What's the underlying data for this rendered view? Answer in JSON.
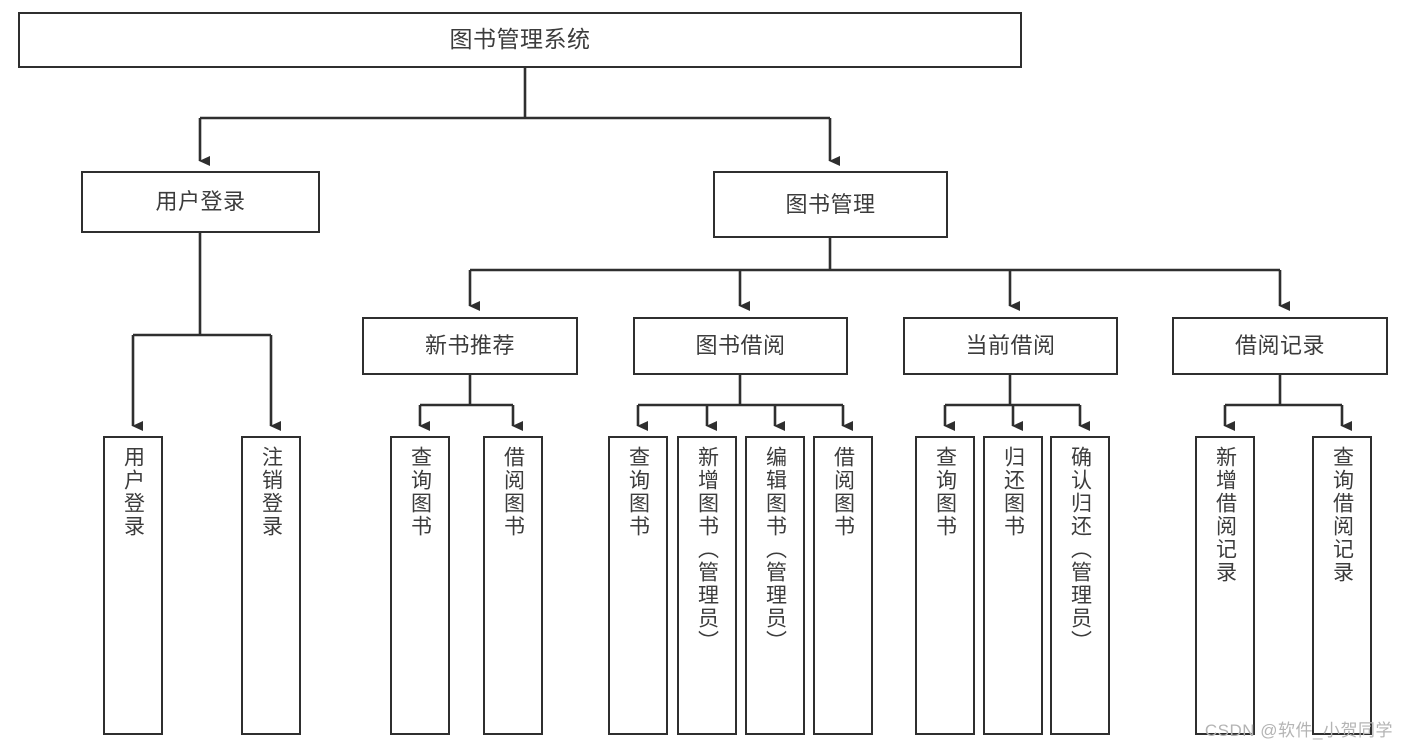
{
  "diagram": {
    "title": "图书管理系统",
    "type": "tree-hierarchy-diagram",
    "colors": {
      "box_border": "#2f2f2f",
      "box_fill": "#ffffff",
      "text": "#3c3c3c",
      "connector": "#2f2f2f",
      "watermark": "#b4b4b4"
    },
    "nodes": {
      "root": {
        "label": "图书管理系统"
      },
      "level2": [
        {
          "label": "用户登录"
        },
        {
          "label": "图书管理"
        }
      ],
      "level3": [
        {
          "label": "新书推荐"
        },
        {
          "label": "图书借阅"
        },
        {
          "label": "当前借阅"
        },
        {
          "label": "借阅记录"
        }
      ],
      "leaves": {
        "user_login": [
          {
            "label": "用户登录"
          },
          {
            "label": "注销登录"
          }
        ],
        "new_book_recommend": [
          {
            "label": "查询图书"
          },
          {
            "label": "借阅图书"
          }
        ],
        "book_borrow": [
          {
            "label": "查询图书"
          },
          {
            "label": "新增图书（管理员）"
          },
          {
            "label": "编辑图书（管理员）"
          },
          {
            "label": "借阅图书"
          }
        ],
        "current_borrow": [
          {
            "label": "查询图书"
          },
          {
            "label": "归还图书"
          },
          {
            "label": "确认归还（管理员）"
          }
        ],
        "borrow_record": [
          {
            "label": "新增借阅记录"
          },
          {
            "label": "查询借阅记录"
          }
        ]
      }
    },
    "watermark": "CSDN @软件_小贺同学"
  }
}
